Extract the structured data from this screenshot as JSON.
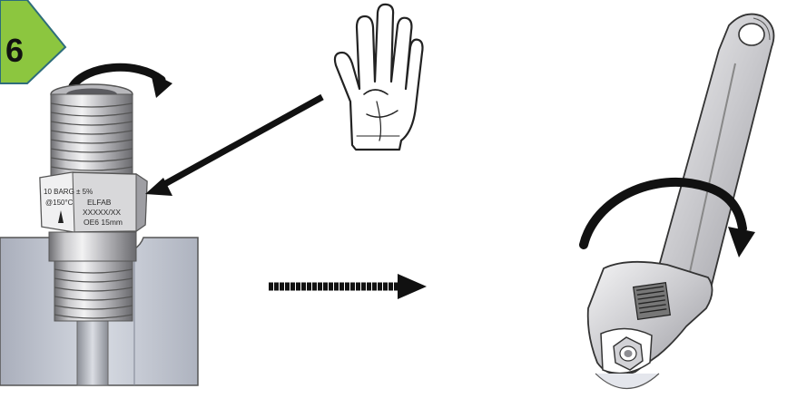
{
  "step": {
    "number": "6"
  },
  "fitting_label": {
    "left_lines": [
      "10 BARG ± 5%",
      "@150°C"
    ],
    "right_lines": [
      "ELFAB",
      "XXXXX/XX",
      "OE6 15mm"
    ]
  },
  "colors": {
    "step_badge": "#8cc63f",
    "step_badge_edge": "#2e6d7a",
    "arrow": "#111111",
    "metal_light": "#e6e6e8",
    "metal_mid": "#b9b9bd",
    "metal_dark": "#7d7d82",
    "housing": "#c4c9d3"
  },
  "icons": [
    "hand-stop-icon",
    "rotate-arrow-icon",
    "wrench-icon"
  ]
}
